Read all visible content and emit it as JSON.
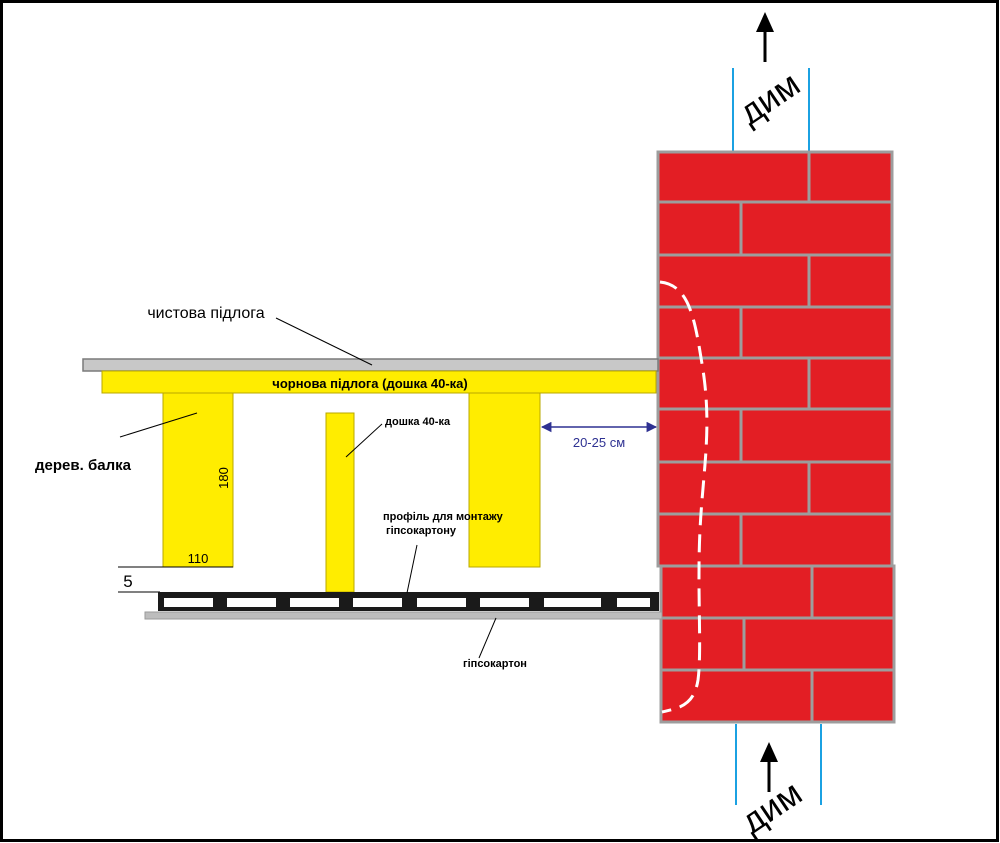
{
  "labels": {
    "finish_floor": "чистова підлога",
    "subfloor": "чорнова підлога (дошка 40-ка)",
    "board": "дошка 40-ка",
    "beam": "дерев. балка",
    "beam_height": "180",
    "beam_width": "110",
    "gap": "5",
    "clearance": "20-25 см",
    "profile_line1": "профіль для монтажу",
    "profile_line2": "гіпсокартону",
    "drywall": "гіпсокартон",
    "smoke_top": "дим",
    "smoke_bottom": "дим"
  },
  "colors": {
    "brick": "#e31e24",
    "mortar": "#9d9d9d",
    "wood": "#ffed00",
    "finish_floor": "#c8c8c8",
    "drywall": "#bdbdbd",
    "profile": "#1a1a1a",
    "flue_line": "#1ba1e2",
    "dimension": "#2e3192",
    "frame": "#000000"
  }
}
